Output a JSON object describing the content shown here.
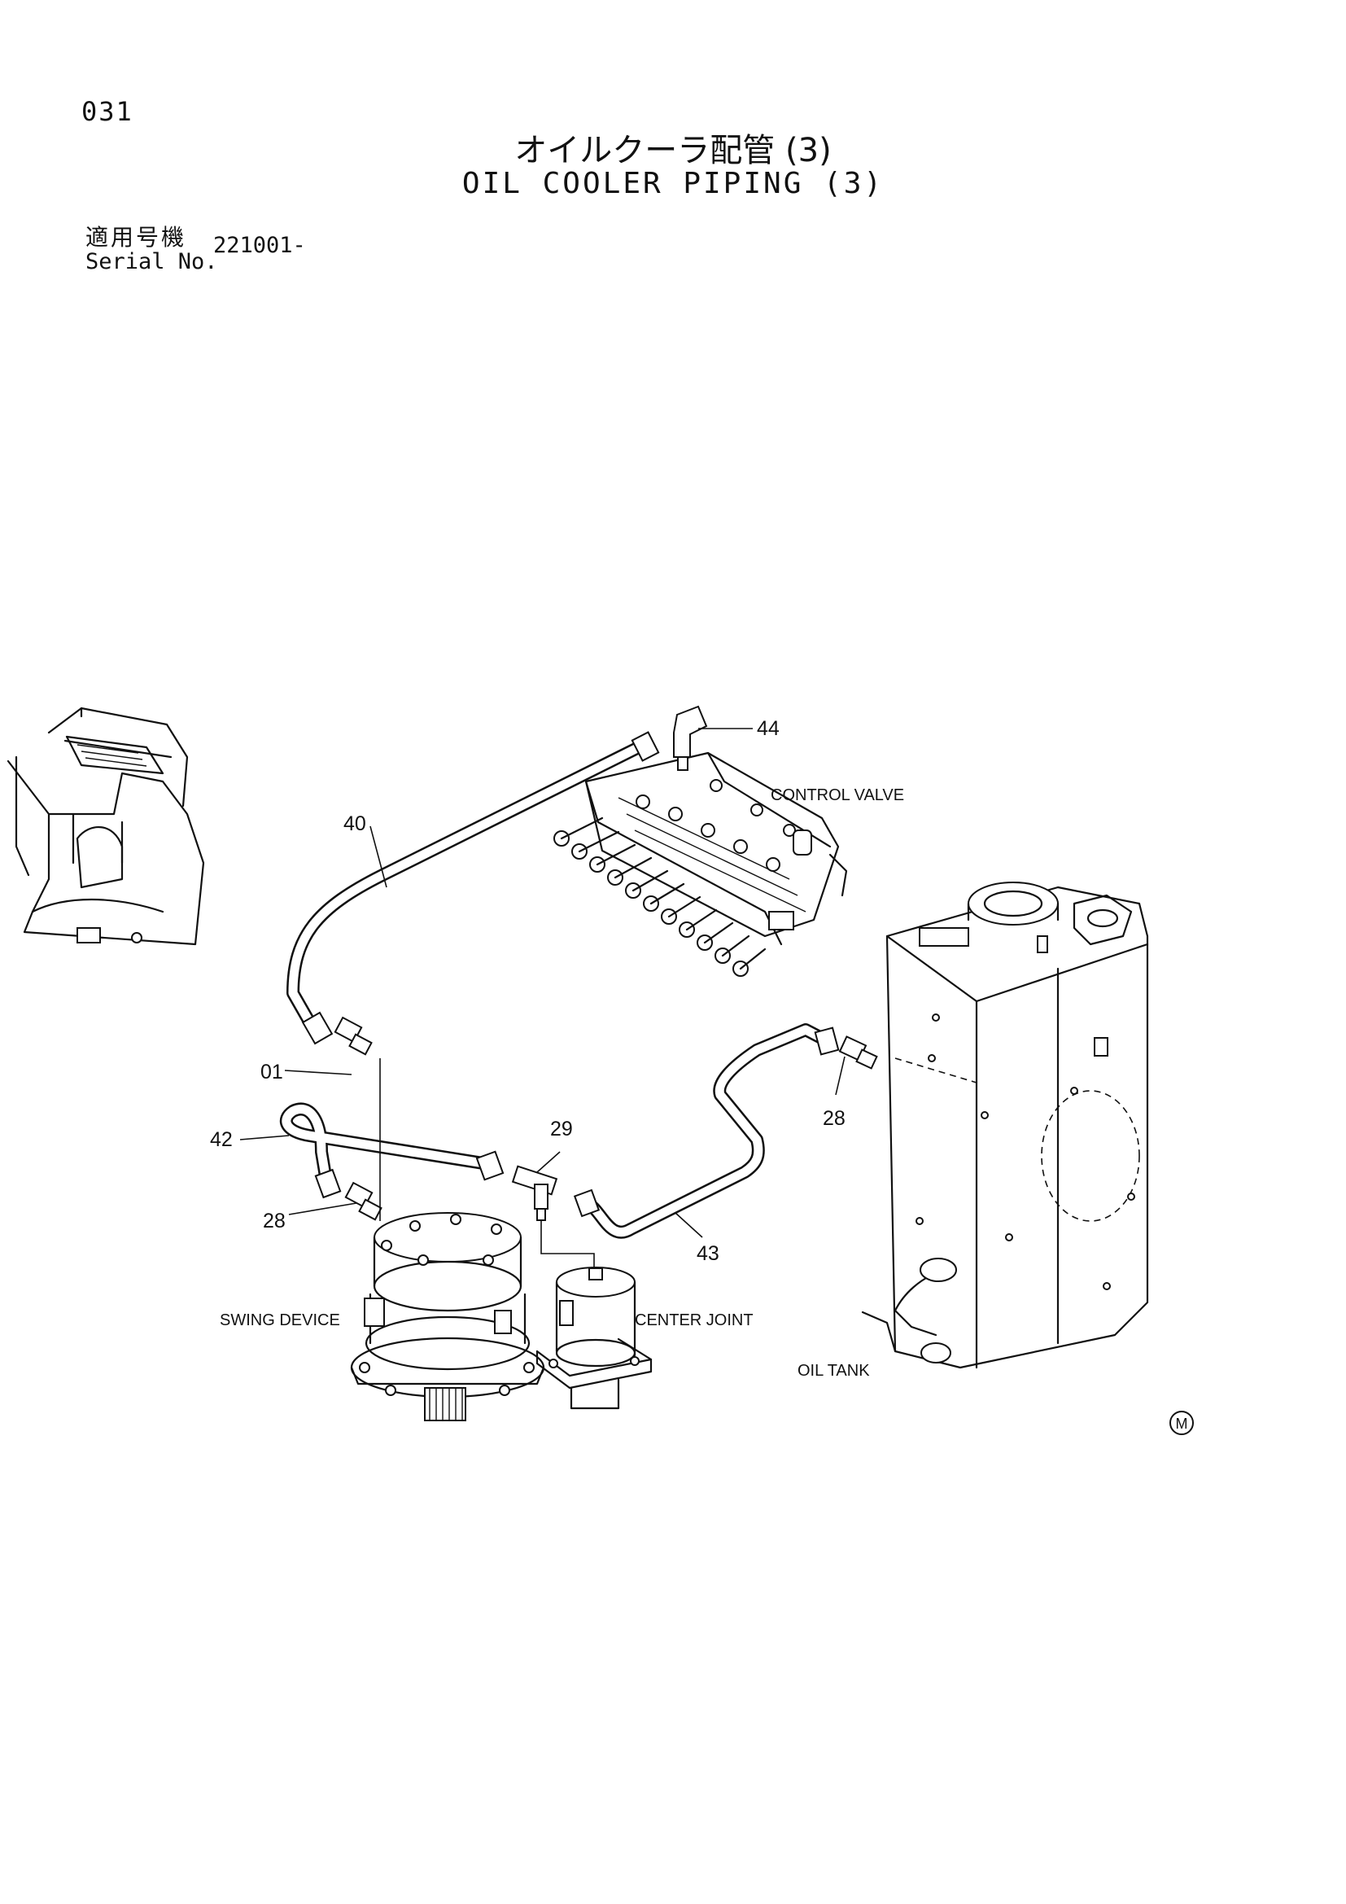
{
  "page_number": "031",
  "title_jp": "オイルクーラ配管 (3)",
  "title_en": "OIL COOLER PIPING (3)",
  "serial_label_jp": "適用号機",
  "serial_label_en": "Serial No.",
  "serial_value": "221001-",
  "components": {
    "control_valve": "CONTROL VALVE",
    "swing_device": "SWING DEVICE",
    "center_joint": "CENTER JOINT",
    "oil_tank": "OIL TANK"
  },
  "callouts": {
    "c44": "44",
    "c40": "40",
    "c01": "01",
    "c42": "42",
    "c28a": "28",
    "c29": "29",
    "c28b": "28",
    "c43": "43"
  },
  "mark": "M"
}
